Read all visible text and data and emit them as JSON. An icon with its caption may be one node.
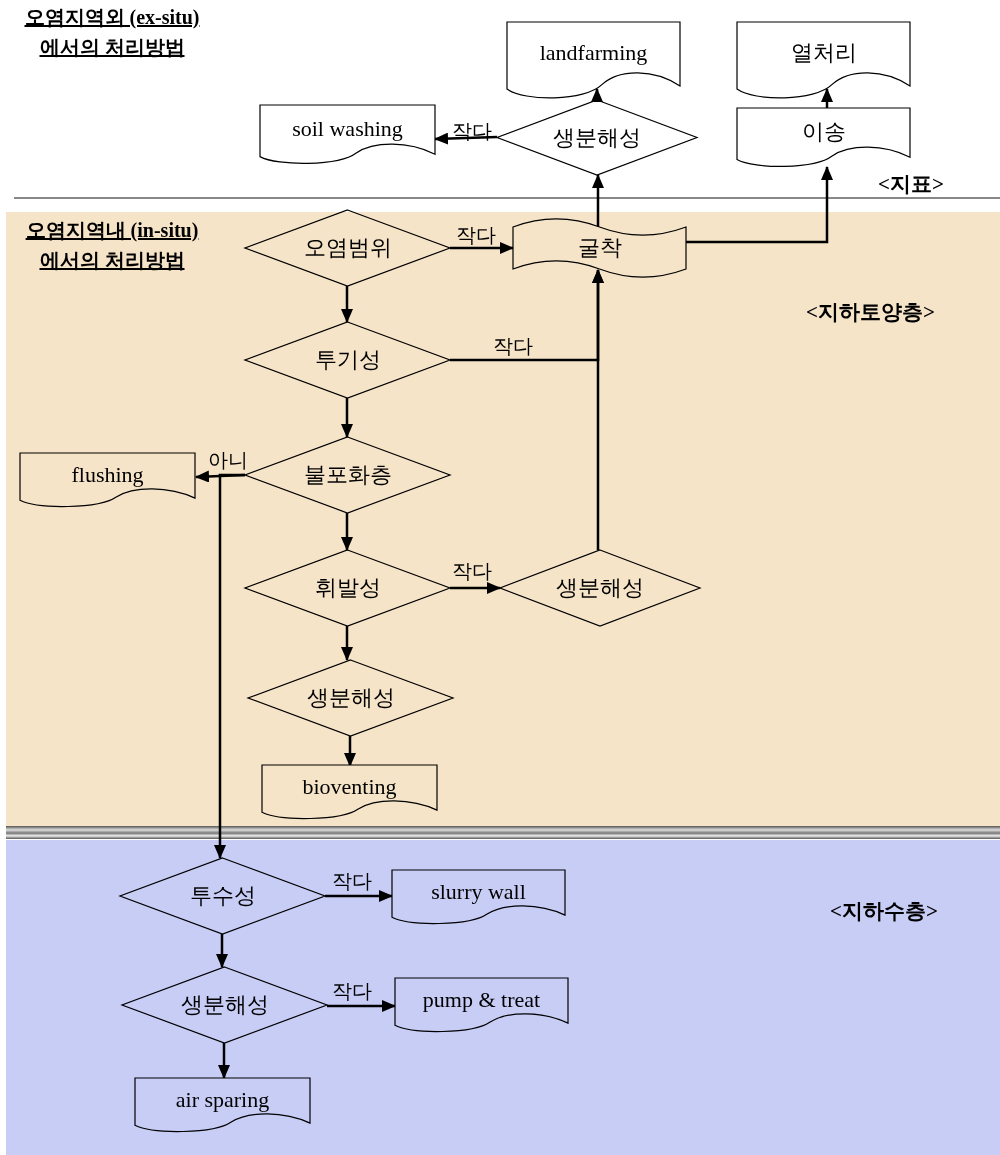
{
  "diagram": {
    "nodes": [
      {
        "text": [
          "landfarming"
        ]
      },
      {
        "text": [
          "열처리"
        ]
      },
      {
        "text": [
          "soil washing"
        ]
      },
      {
        "text": [
          "생분해성"
        ]
      },
      {
        "text": [
          "이송"
        ]
      },
      {
        "text": [
          "굴착"
        ]
      },
      {
        "text": [
          "오염범위"
        ]
      },
      {
        "text": [
          "투기성"
        ]
      },
      {
        "text": [
          "불포화층"
        ]
      },
      {
        "text": [
          "flushing"
        ]
      },
      {
        "text": [
          "휘발성"
        ]
      },
      {
        "text": [
          "생분해성"
        ]
      },
      {
        "text": [
          "생분해성"
        ]
      },
      {
        "text": [
          "bioventing"
        ]
      },
      {
        "text": [
          "투수성"
        ]
      },
      {
        "text": [
          "slurry wall"
        ]
      },
      {
        "text": [
          "생분해성"
        ]
      },
      {
        "text": [
          "pump & treat"
        ]
      },
      {
        "text": [
          "air sparing"
        ]
      }
    ],
    "edges": [
      {
        "from": 3,
        "to": 0,
        "arrow": "to"
      },
      {
        "from": 3,
        "to": 2,
        "arrow": "to",
        "label": "작다"
      },
      {
        "from": 4,
        "to": 1,
        "arrow": "to"
      },
      {
        "from": 5,
        "to": 3,
        "arrow": "to"
      },
      {
        "from": 5,
        "to": 4,
        "arrow": "to"
      },
      {
        "from": 6,
        "to": 5,
        "arrow": "to",
        "label": "작다"
      },
      {
        "from": 6,
        "to": 7,
        "arrow": "to"
      },
      {
        "from": 7,
        "to": 5,
        "arrow": "to",
        "label": "작다"
      },
      {
        "from": 7,
        "to": 8,
        "arrow": "to"
      },
      {
        "from": 8,
        "to": 9,
        "arrow": "to",
        "label": "아니"
      },
      {
        "from": 8,
        "to": 14,
        "arrow": "to"
      },
      {
        "from": 8,
        "to": 10,
        "arrow": "to"
      },
      {
        "from": 10,
        "to": 11,
        "arrow": "to",
        "label": "작다"
      },
      {
        "from": 11,
        "to": 5,
        "arrow": "to"
      },
      {
        "from": 10,
        "to": 12,
        "arrow": "to"
      },
      {
        "from": 12,
        "to": 13,
        "arrow": "to"
      },
      {
        "from": 14,
        "to": 15,
        "arrow": "to",
        "label": "작다"
      },
      {
        "from": 14,
        "to": 16,
        "arrow": "to"
      },
      {
        "from": 16,
        "to": 17,
        "arrow": "to",
        "label": "작다"
      },
      {
        "from": 16,
        "to": 18,
        "arrow": "to"
      }
    ],
    "labels": [
      "오염지역외 (ex-situ)에서의 처리방법",
      "<지표>",
      "오염지역내 (in-situ)에서의 처리방법",
      "<지하토양층>",
      "<지하수층>"
    ]
  }
}
